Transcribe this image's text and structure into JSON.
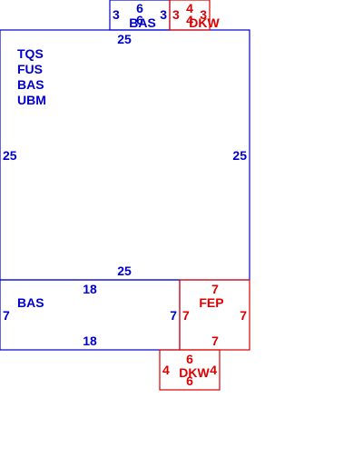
{
  "colors": {
    "blue": "#0000cc",
    "red": "#dd0000"
  },
  "areas": [
    {
      "id": "main",
      "color": "blue",
      "labels": [
        "TQS",
        "FUS",
        "BAS",
        "UBM"
      ],
      "dims": {
        "top": "25",
        "bottom": "25",
        "left": "25",
        "right": "25"
      }
    },
    {
      "id": "bas-top",
      "color": "blue",
      "labels": [
        "BAS"
      ],
      "dims": {
        "top": "6",
        "bottom": "6",
        "left": "3",
        "right": "3"
      }
    },
    {
      "id": "dkw-top",
      "color": "red",
      "labels": [
        "DKW"
      ],
      "dims": {
        "top": "4",
        "bottom": "4",
        "left": "3",
        "right": "3"
      }
    },
    {
      "id": "bas-bottom",
      "color": "blue",
      "labels": [
        "BAS"
      ],
      "dims": {
        "top": "18",
        "bottom": "18",
        "left": "7",
        "right": "7"
      }
    },
    {
      "id": "fep",
      "color": "red",
      "labels": [
        "FEP"
      ],
      "dims": {
        "top": "7",
        "bottom": "7",
        "left": "7",
        "right": "7"
      }
    },
    {
      "id": "dkw-bottom",
      "color": "red",
      "labels": [
        "DKW"
      ],
      "dims": {
        "top": "6",
        "bottom": "6",
        "left": "4",
        "right": "4"
      }
    }
  ]
}
